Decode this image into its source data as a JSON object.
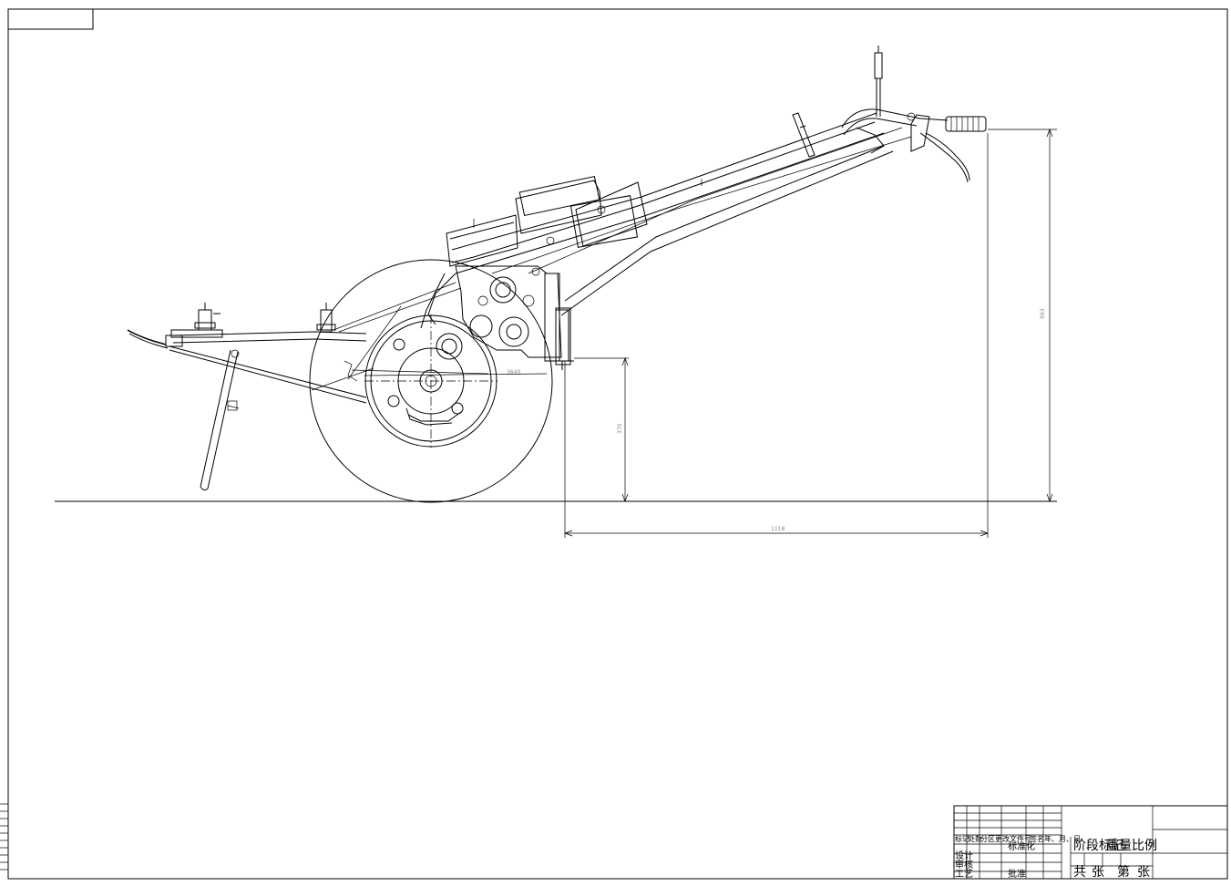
{
  "drawing": {
    "dimensions": {
      "height_total": "993",
      "height_hitch": "370",
      "length_handle": "1118",
      "wheel_span": "3640"
    },
    "title_block": {
      "row_labels": [
        "标记",
        "处数",
        "分区",
        "更改文件号",
        "签名",
        "年、月、日"
      ],
      "designer_label": "设计",
      "checker_label": "审核",
      "process_label": "工艺",
      "standardize_label": "标准化",
      "approve_label": "批准",
      "stage_label": "阶段标记",
      "weight_label": "重量",
      "scale_label": "比例",
      "sheets_label": "共",
      "sheets_unit": "张",
      "sheet_no_label": "第",
      "sheet_no_unit": "张"
    }
  }
}
